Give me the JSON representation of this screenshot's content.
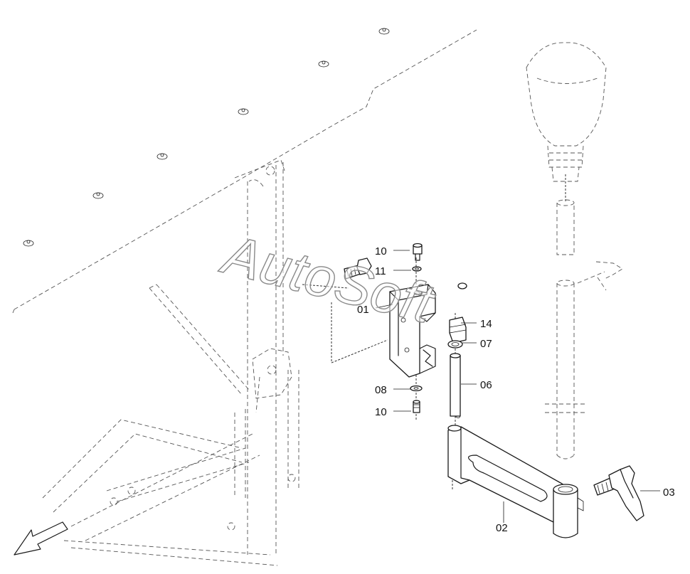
{
  "watermark": "AutoSoft",
  "callouts": {
    "c01": "01",
    "c02": "02",
    "c03": "03",
    "c06": "06",
    "c07": "07",
    "c08": "08",
    "c10a": "10",
    "c10b": "10",
    "c11": "11",
    "c14": "14"
  }
}
